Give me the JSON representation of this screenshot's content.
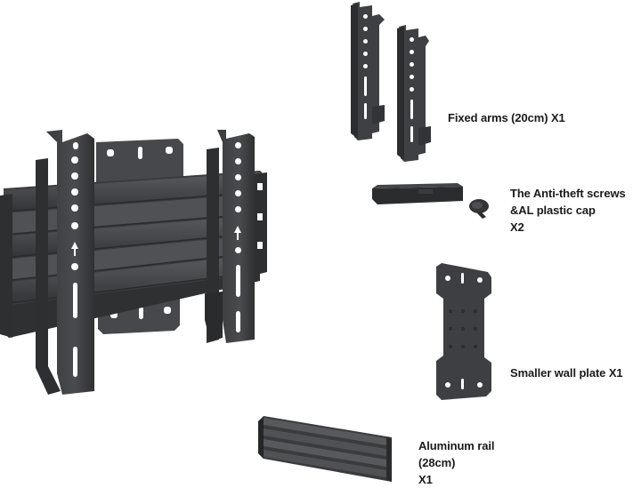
{
  "colors": {
    "metal_dark": "#3a3b3d",
    "metal_mid": "#4b4c4f",
    "metal_light": "#66686b",
    "hole": "#ffffff",
    "text": "#1a1a1a"
  },
  "labels": {
    "fixed_arms": "Fixed arms (20cm) X1",
    "screws": [
      "The Anti-theft screws",
      "&AL plastic cap",
      "X2"
    ],
    "wall_plate": "Smaller wall plate X1",
    "rail": [
      "Aluminum rail",
      "(28cm)",
      "X1"
    ]
  }
}
